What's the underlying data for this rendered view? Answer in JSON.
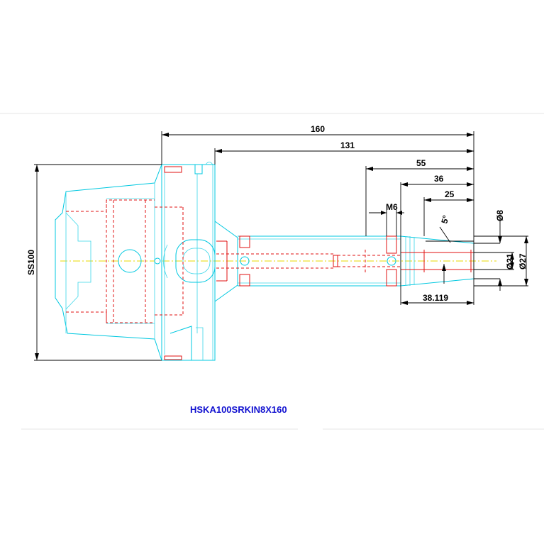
{
  "dimensions": {
    "overall_length": "160",
    "length_131": "131",
    "length_55": "55",
    "length_36": "36",
    "length_25": "25",
    "thread": "M6",
    "angle": "5°",
    "dia_8": "Ø8",
    "dia_21": "Ø21",
    "dia_27": "Ø27",
    "taper_length": "38.119",
    "flange": "SS100"
  },
  "title": "HSKA100SRKIN8X160",
  "colors": {
    "outline": "#00c8e0",
    "hidden": "#e01010",
    "centerline": "#e8d800",
    "dimension": "#000000",
    "title": "#1010d0"
  }
}
